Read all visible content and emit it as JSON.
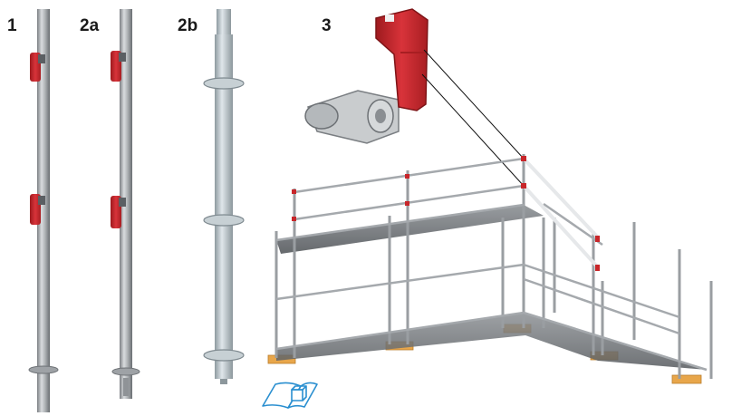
{
  "figure": {
    "labels": [
      {
        "id": "label-1",
        "text": "1"
      },
      {
        "id": "label-2a",
        "text": "2a"
      },
      {
        "id": "label-2b",
        "text": "2b"
      },
      {
        "id": "label-3",
        "text": "3"
      }
    ],
    "icons": [
      {
        "name": "manual-book-icon"
      }
    ],
    "colors": {
      "clamp_red": "#c8262a",
      "steel": "#a9adb1",
      "steel_dark": "#6e7276",
      "galvanized": "#b9c3c8",
      "wood_base": "#e8a64a",
      "book_icon": "#2a8fd0"
    }
  }
}
